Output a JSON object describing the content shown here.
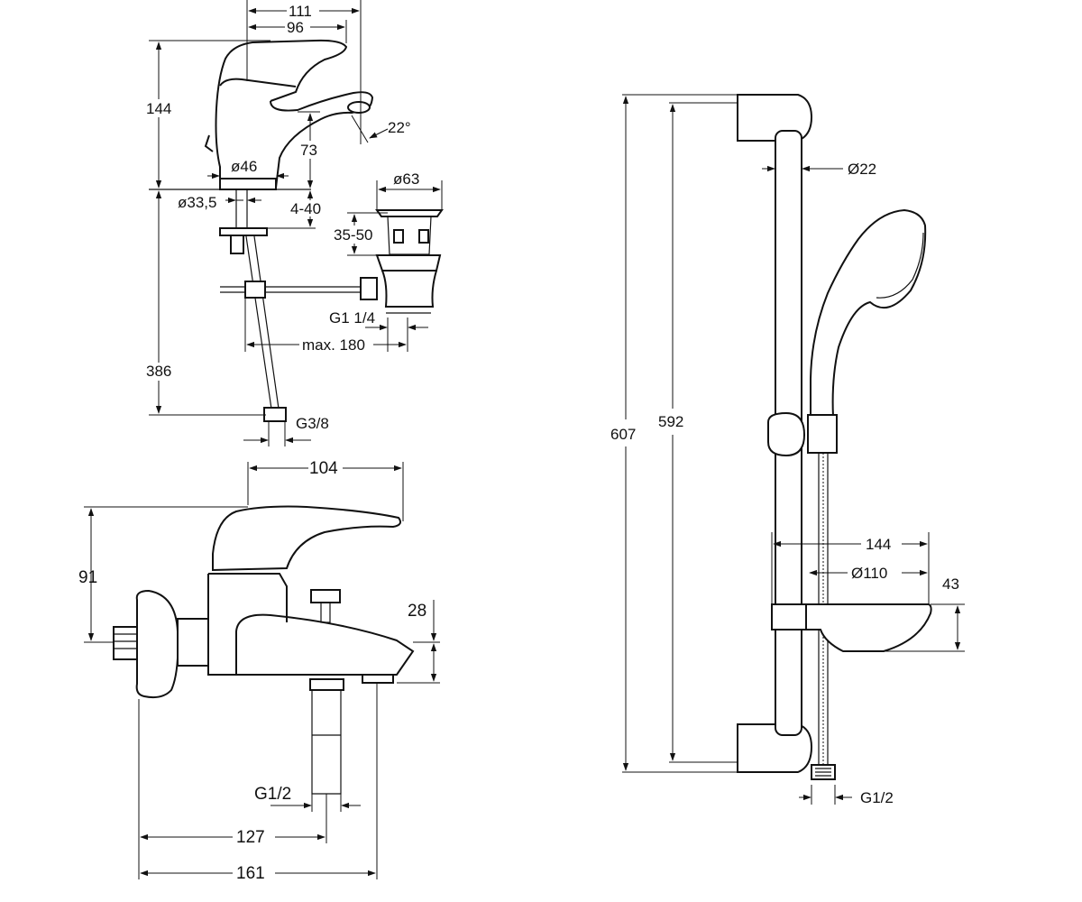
{
  "basin_mixer": {
    "dims": {
      "width_total": "111",
      "width_spout": "96",
      "height_total": "144",
      "spout_height": "73",
      "angle": "22°",
      "base_diameter": "ø46",
      "hole_diameter": "ø33,5",
      "deck_thickness": "4-40",
      "waste_diameter": "ø63",
      "waste_range": "35-50",
      "waste_thread": "G1 1/4",
      "rod_length": "max. 180",
      "hose_length": "386",
      "hose_thread": "G3/8"
    }
  },
  "bath_mixer": {
    "dims": {
      "width": "104",
      "height": "91",
      "spout_offset": "28",
      "inlet_thread": "G1/2",
      "centre_distance": "127",
      "total_length": "161"
    }
  },
  "shower_set": {
    "dims": {
      "total_height": "607",
      "bar_length": "592",
      "bar_diameter": "Ø22",
      "soap_dish_length": "144",
      "hand_shower_diameter": "Ø110",
      "soap_dish_height": "43",
      "hose_thread": "G1/2"
    }
  }
}
